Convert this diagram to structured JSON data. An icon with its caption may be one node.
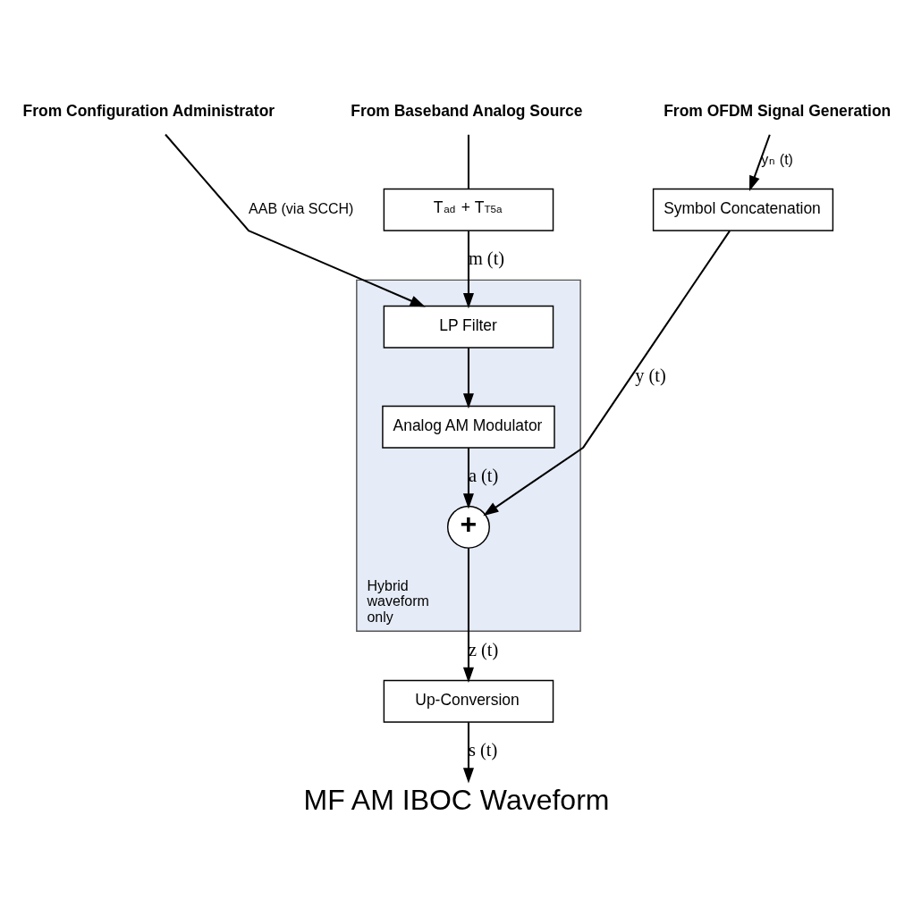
{
  "diagram": {
    "title": "MF AM IBOC Waveform",
    "nodes": [
      {
        "text": [
          "From Baseband Analog Source"
        ]
      },
      {
        "text": [
          "From Configuration Administrator"
        ]
      },
      {
        "text": [
          "From OFDM Signal Generation"
        ]
      },
      {
        "text": [
          "T$_{ad}$ + T$_{T5a}$"
        ]
      },
      {
        "text": [
          "Hybrid waveform only"
        ]
      },
      {
        "text": [
          "LP Filter"
        ],
        "in": 4
      },
      {
        "text": [
          "Analog AM Modulator"
        ],
        "in": 4
      },
      {
        "text": [
          "+"
        ],
        "in": 4
      },
      {
        "text": [
          "Symbol Concatenation"
        ]
      },
      {
        "text": [
          "Up-Conversion"
        ]
      }
    ],
    "edges": [
      {
        "from": 0,
        "to": 3,
        "arrow": "none"
      },
      {
        "from": 3,
        "to": 5,
        "arrow": "to",
        "label": "m (t)"
      },
      {
        "from": 1,
        "to": 5,
        "arrow": "to",
        "label": "AAB (via SCCH)"
      },
      {
        "from": 5,
        "to": 6,
        "arrow": "to"
      },
      {
        "from": 6,
        "to": 7,
        "arrow": "to",
        "label": "a (t)"
      },
      {
        "from": 2,
        "to": 8,
        "arrow": "to",
        "label": "y$_{n}$ (t)"
      },
      {
        "from": 8,
        "to": 7,
        "arrow": "to",
        "label": "y (t)"
      },
      {
        "from": 7,
        "to": 9,
        "arrow": "to",
        "label": "z (t)"
      },
      {
        "from": 9,
        "to": null,
        "arrow": "to",
        "label": "s (t)"
      }
    ]
  }
}
